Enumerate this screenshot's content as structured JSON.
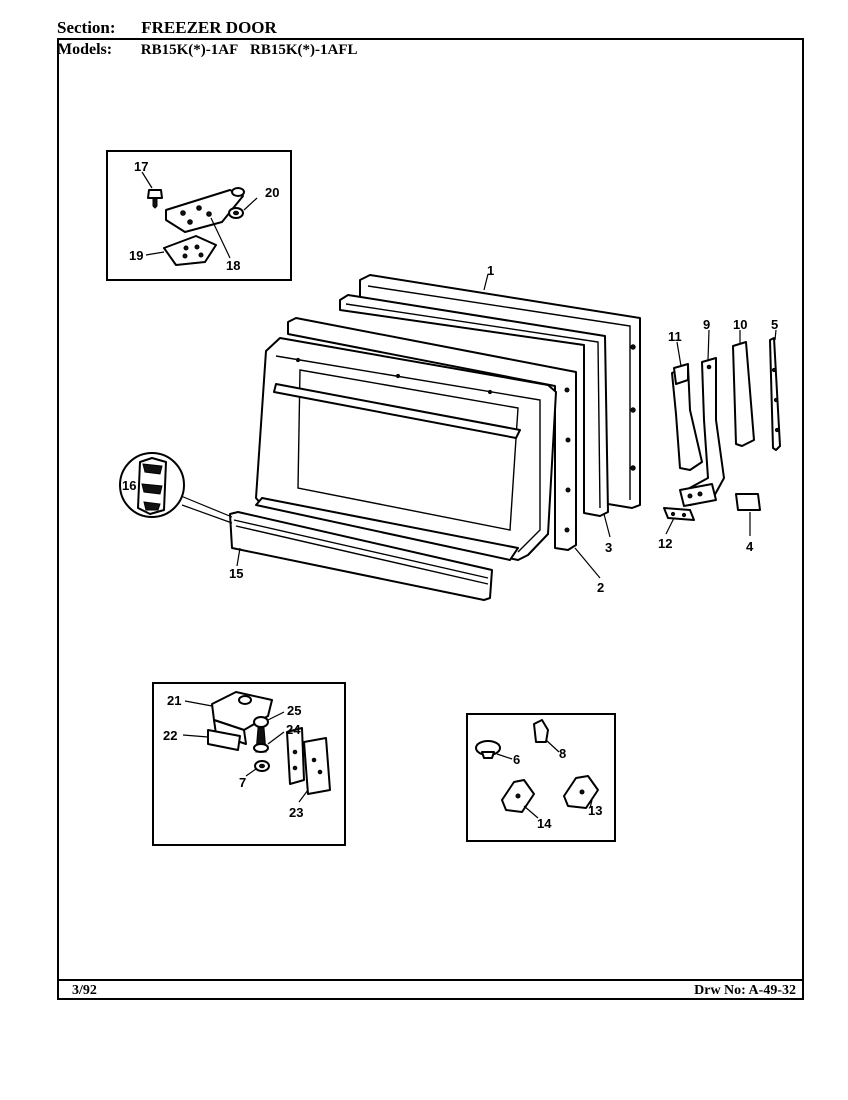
{
  "header": {
    "section_label": "Section:",
    "section_value": "FREEZER DOOR",
    "models_label": "Models:",
    "models": [
      "RB15K(*)-1AF",
      "RB15K(*)-1AFL"
    ]
  },
  "footer": {
    "date": "3/92",
    "drawing_number": "Drw No: A-49-32"
  },
  "callouts": {
    "p1": "1",
    "p2": "2",
    "p3": "3",
    "p4": "4",
    "p5": "5",
    "p6": "6",
    "p7": "7",
    "p8": "8",
    "p9": "9",
    "p10": "10",
    "p11": "11",
    "p12": "12",
    "p13": "13",
    "p14": "14",
    "p15": "15",
    "p16": "16",
    "p17": "17",
    "p18": "18",
    "p19": "19",
    "p20": "20",
    "p21": "21",
    "p22": "22",
    "p23": "23",
    "p24": "24",
    "p25": "25"
  }
}
